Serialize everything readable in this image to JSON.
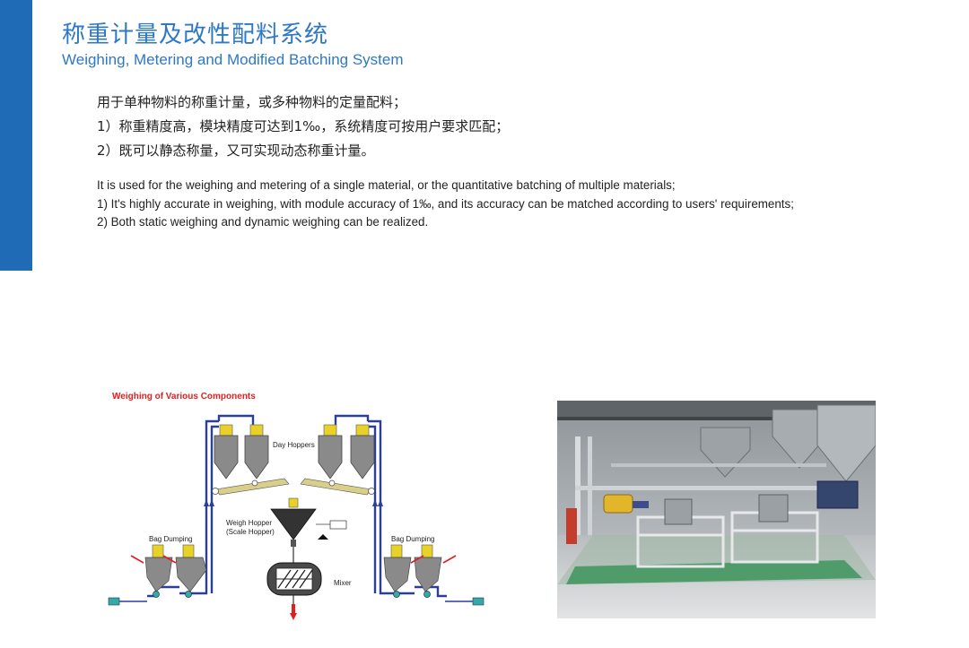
{
  "title_cn": "称重计量及改性配料系统",
  "title_en": "Weighing, Metering and Modified Batching System",
  "cn_lines": [
    "用于单种物料的称重计量，或多种物料的定量配料；",
    "1）称重精度高，模块精度可达到1‰，系统精度可按用户要求匹配；",
    "2）既可以静态称量，又可实现动态称重计量。"
  ],
  "en_lines": [
    "It is used for the weighing and metering of a single material, or the quantitative batching of multiple materials;",
    "1) It's highly accurate in weighing, with module accuracy of 1‰, and its accuracy can be matched according to users' requirements;",
    "2) Both static weighing and dynamic weighing can be realized."
  ],
  "diagram": {
    "title": "Weighing of Various Components",
    "day_hoppers": "Day Hoppers",
    "weigh_hopper": "Weigh Hopper",
    "scale_hopper": "(Scale Hopper)",
    "bag_dumping_left": "Bag Dumping",
    "bag_dumping_right": "Bag Dumping",
    "mixer": "Mixer"
  },
  "colors": {
    "accent": "#1f6bb6",
    "title": "#2e78c4",
    "diagram_title": "#e02020",
    "pipe": "#2a3f9a",
    "hopper": "#8a8a8a",
    "yellow_cap": "#e8d22a"
  }
}
